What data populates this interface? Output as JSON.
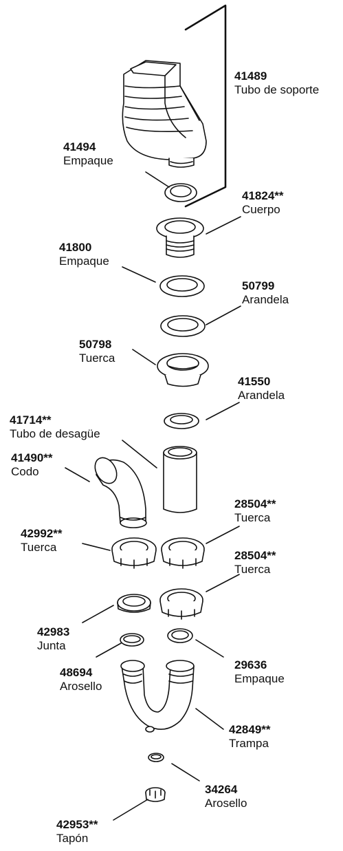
{
  "parts": [
    {
      "id": "41489",
      "name": "Tubo de soporte"
    },
    {
      "id": "41494",
      "name": "Empaque"
    },
    {
      "id": "41824**",
      "name": "Cuerpo"
    },
    {
      "id": "41800",
      "name": "Empaque"
    },
    {
      "id": "50799",
      "name": "Arandela"
    },
    {
      "id": "50798",
      "name": "Tuerca"
    },
    {
      "id": "41550",
      "name": "Arandela"
    },
    {
      "id": "41714**",
      "name": "Tubo de desagüe"
    },
    {
      "id": "41490**",
      "name": "Codo"
    },
    {
      "id": "28504**",
      "name": "Tuerca"
    },
    {
      "id": "42992**",
      "name": "Tuerca"
    },
    {
      "id": "28504**",
      "name": "Tuerca"
    },
    {
      "id": "42983",
      "name": "Junta"
    },
    {
      "id": "48694",
      "name": "Arosello"
    },
    {
      "id": "29636",
      "name": "Empaque"
    },
    {
      "id": "42849**",
      "name": "Trampa"
    },
    {
      "id": "34264",
      "name": "Arosello"
    },
    {
      "id": "42953**",
      "name": "Tapón"
    }
  ]
}
